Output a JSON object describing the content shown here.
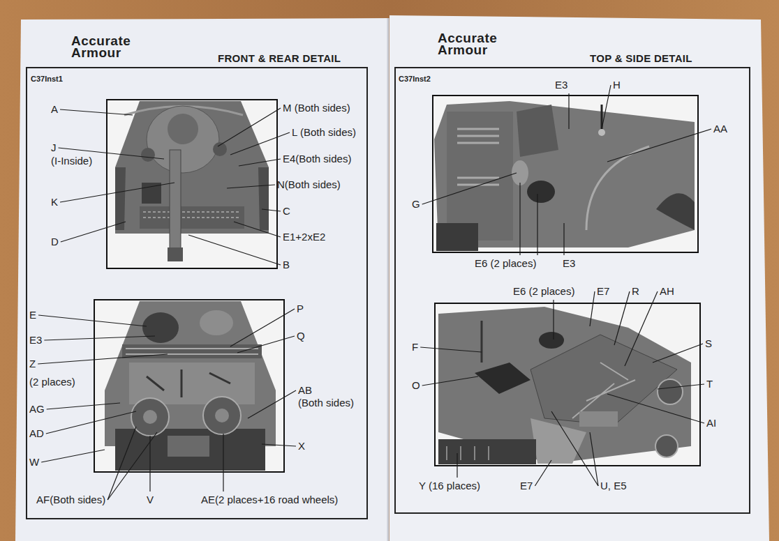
{
  "diagram": {
    "nodes": [
      {
        "text": [
          "C37Inst1",
          "Accurate Armour",
          "FRONT & REAR DETAIL"
        ]
      },
      {
        "text": [
          "C37Inst2",
          "Accurate Armour",
          "TOP & SIDE DETAIL"
        ]
      }
    ],
    "labels": [
      "A",
      "M (Both sides)",
      "L (Both sides)",
      "J",
      "(I-Inside)",
      "E4(Both sides)",
      "N(Both sides)",
      "K",
      "C",
      "D",
      "E1+2xE2",
      "B",
      "E",
      "P",
      "E3",
      "Q",
      "Z",
      "(2 places)",
      "AB",
      "(Both sides)",
      "AG",
      "AD",
      "X",
      "W",
      "AF(Both sides)",
      "V",
      "AE(2 places+16 road wheels)",
      "E3",
      "H",
      "AA",
      "G",
      "E6 (2 places)",
      "E3",
      "E6 (2 places)",
      "E7",
      "R",
      "AH",
      "S",
      "F",
      "T",
      "O",
      "AI",
      "Y (16 places)",
      "E7",
      "U, E5"
    ]
  }
}
